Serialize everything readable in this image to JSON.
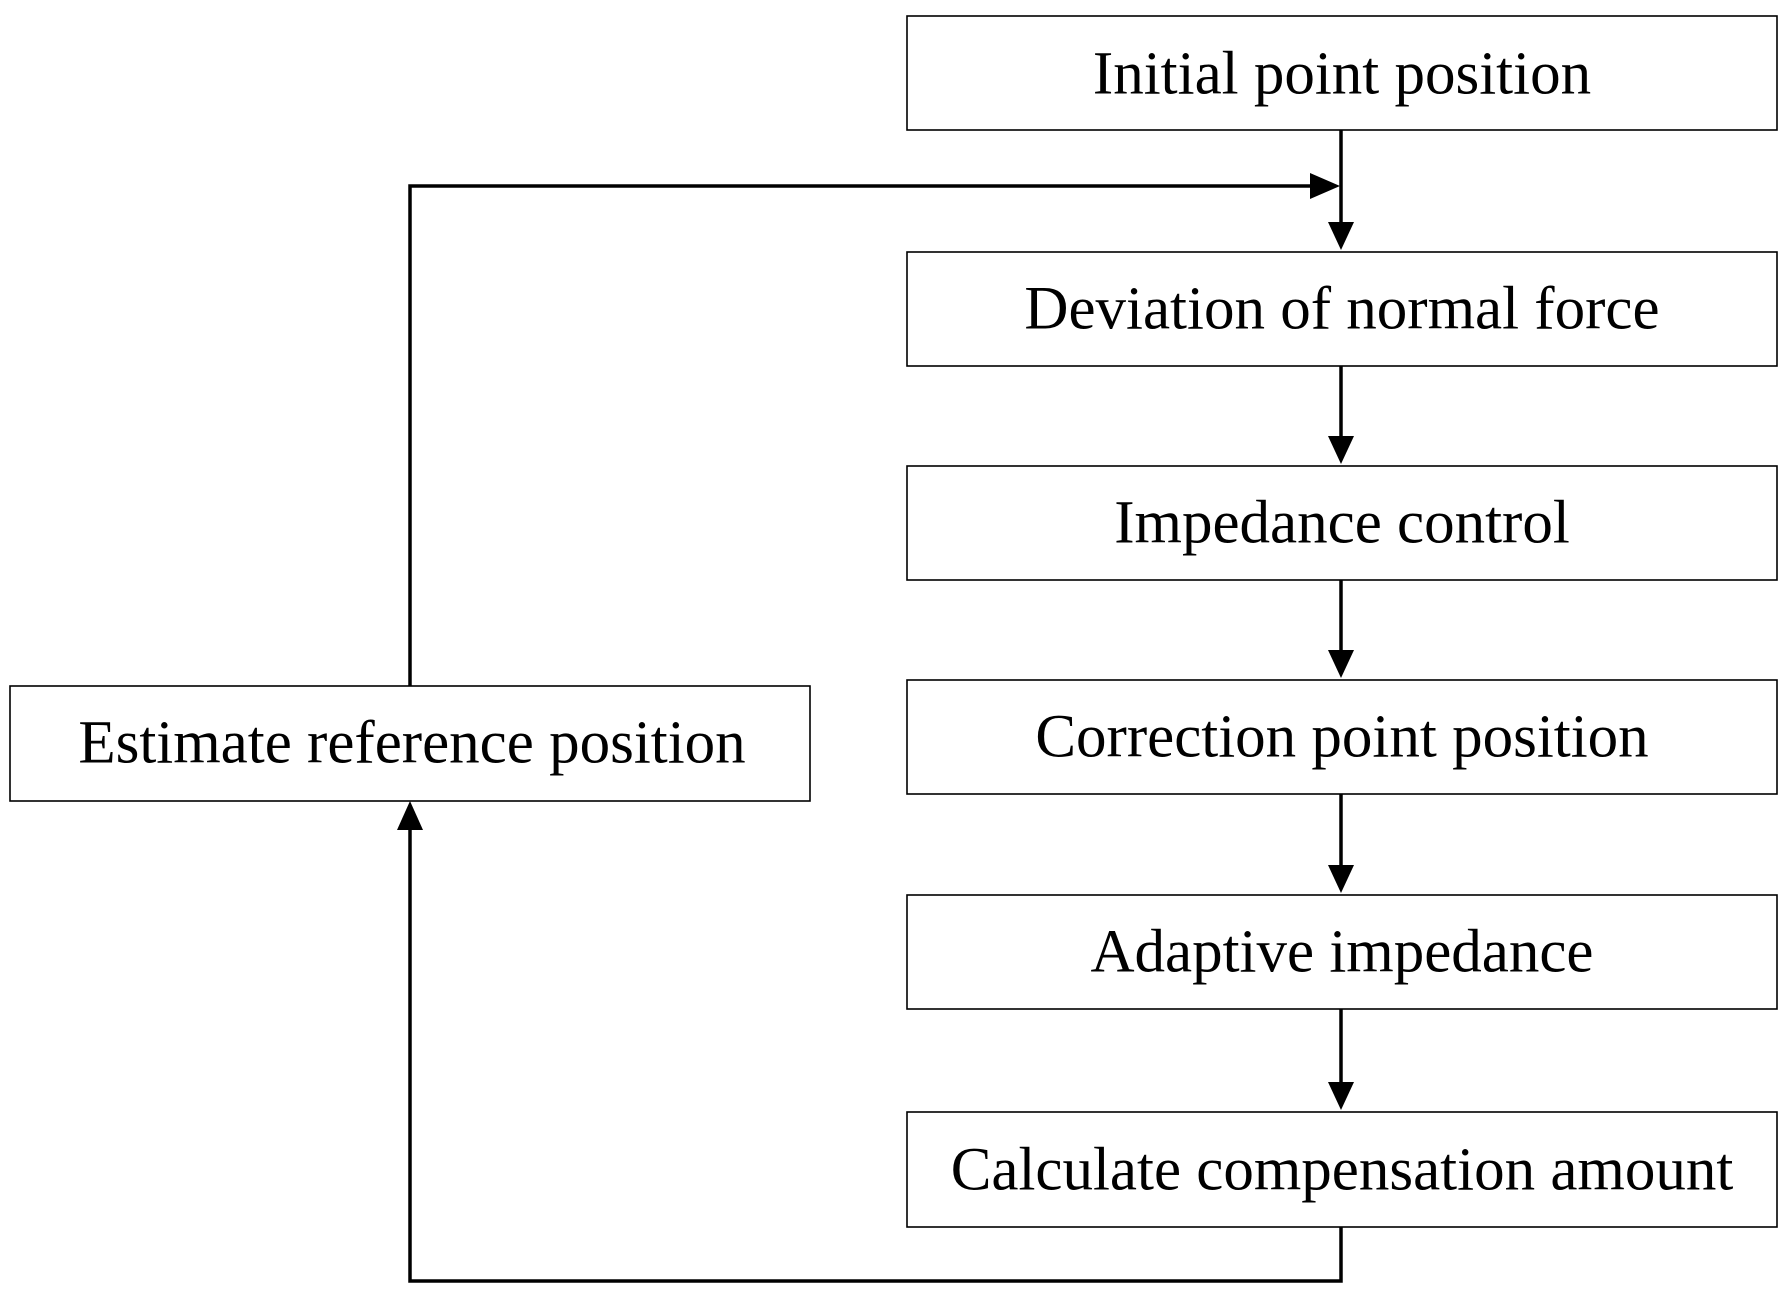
{
  "diagram": {
    "type": "flowchart",
    "nodes": [
      {
        "id": "initial",
        "label": "Initial point position"
      },
      {
        "id": "deviation",
        "label": "Deviation of normal force"
      },
      {
        "id": "impedance",
        "label": "Impedance control"
      },
      {
        "id": "correction",
        "label": "Correction point position"
      },
      {
        "id": "adaptive",
        "label": "Adaptive impedance"
      },
      {
        "id": "calculate",
        "label": "Calculate compensation amount"
      },
      {
        "id": "estimate",
        "label": "Estimate reference position"
      }
    ],
    "edges": [
      {
        "from": "initial",
        "to": "deviation"
      },
      {
        "from": "deviation",
        "to": "impedance"
      },
      {
        "from": "impedance",
        "to": "correction"
      },
      {
        "from": "correction",
        "to": "adaptive"
      },
      {
        "from": "adaptive",
        "to": "calculate"
      },
      {
        "from": "calculate",
        "to": "estimate"
      },
      {
        "from": "estimate",
        "to": "deviation"
      }
    ]
  }
}
